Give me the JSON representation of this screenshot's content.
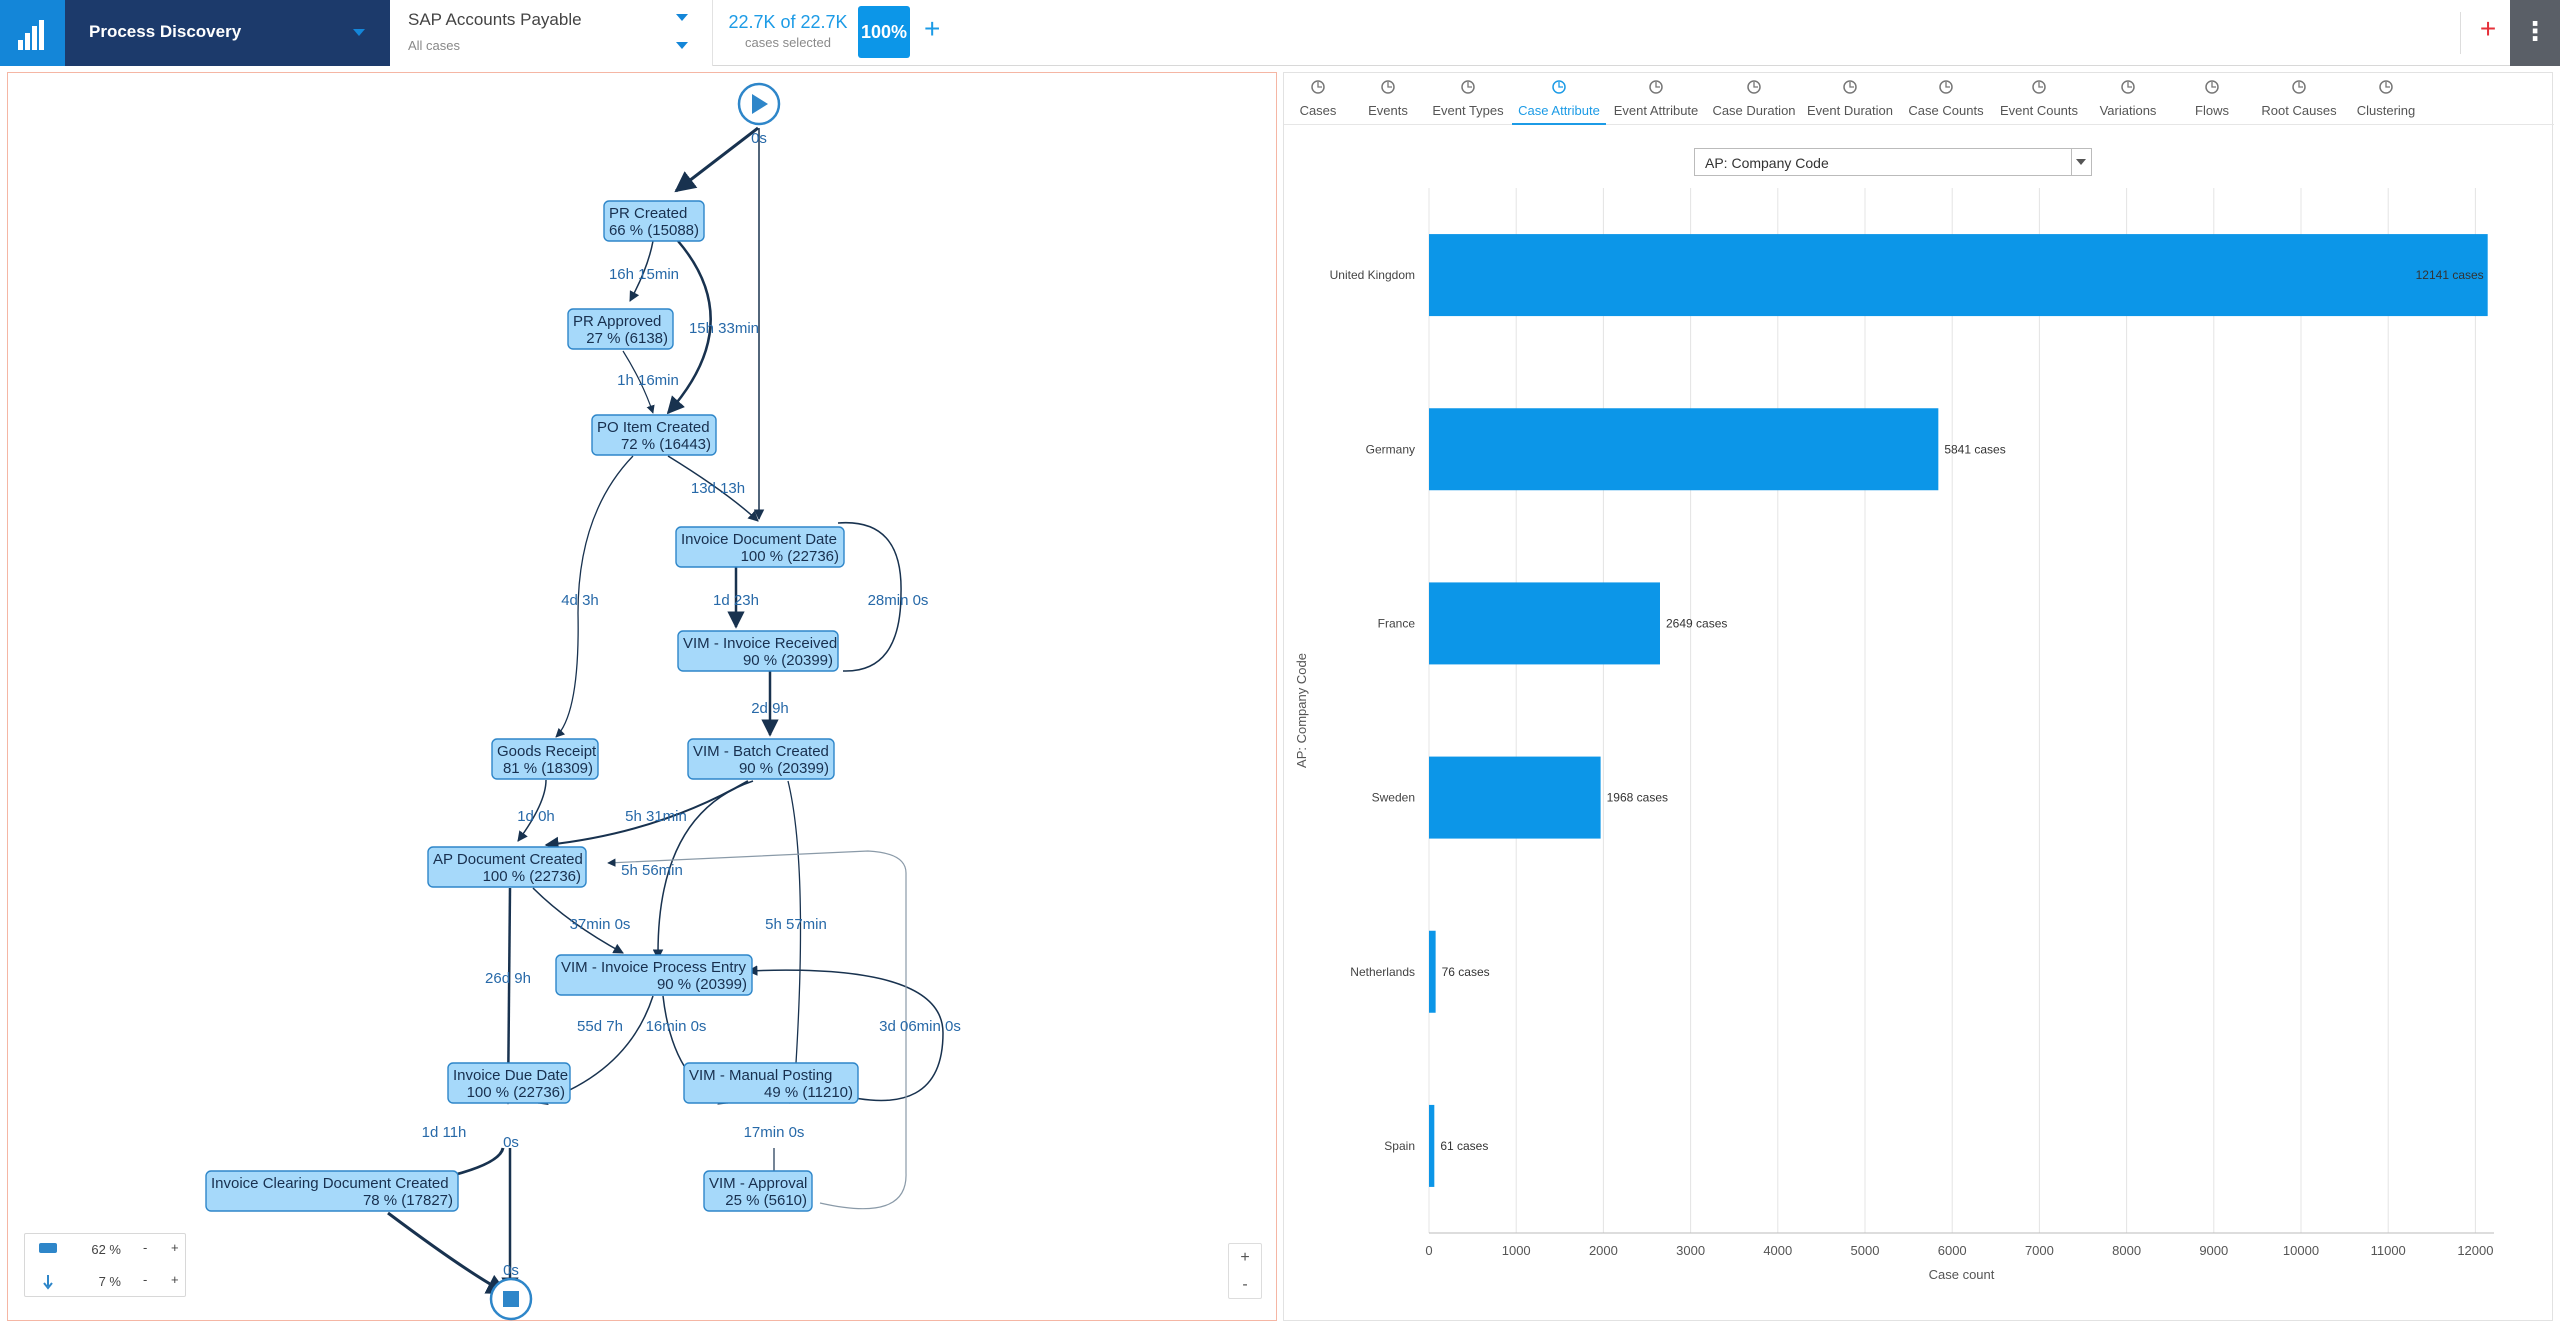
{
  "header": {
    "app_title": "Process Discovery",
    "datasource_name": "SAP Accounts Payable",
    "datasource_filter": "All cases",
    "cases_value": "22.7K of 22.7K",
    "cases_label": "cases selected",
    "percent": "100%",
    "add_symbol": "+",
    "menu_symbol": "⋮"
  },
  "process_map": {
    "start_time_label": "0s",
    "end_time_label": "0s",
    "nodes": [
      {
        "name": "PR Created",
        "stat": "66 % (15088)"
      },
      {
        "name": "PR Approved",
        "stat": "27 % (6138)"
      },
      {
        "name": "PO Item Created",
        "stat": "72 % (16443)"
      },
      {
        "name": "Invoice Document Date",
        "stat": "100 % (22736)"
      },
      {
        "name": "VIM - Invoice Received",
        "stat": "90 % (20399)"
      },
      {
        "name": "Goods Receipt",
        "stat": "81 % (18309)"
      },
      {
        "name": "VIM - Batch Created",
        "stat": "90 % (20399)"
      },
      {
        "name": "AP Document Created",
        "stat": "100 % (22736)"
      },
      {
        "name": "VIM - Invoice Process Entry",
        "stat": "90 % (20399)"
      },
      {
        "name": "Invoice Due Date",
        "stat": "100 % (22736)"
      },
      {
        "name": "VIM - Manual Posting",
        "stat": "49 % (11210)"
      },
      {
        "name": "Invoice Clearing Document Created",
        "stat": "78 % (17827)"
      },
      {
        "name": "VIM - Approval",
        "stat": "25 % (5610)"
      }
    ],
    "edge_labels": [
      "0s",
      "16h 15min",
      "15h 33min",
      "1h 16min",
      "13d 13h",
      "4d 3h",
      "1d 23h",
      "28min 0s",
      "2d 9h",
      "1d 0h",
      "5h 31min",
      "5h 56min",
      "37min 0s",
      "5h 57min",
      "26d 9h",
      "55d 7h",
      "16min 0s",
      "3d 06min 0s",
      "1d 11h",
      "0s",
      "17min 0s",
      "0s"
    ],
    "activities_slider": {
      "value": "62 %",
      "minus": "-",
      "plus": "+"
    },
    "paths_slider": {
      "value": "7 %",
      "minus": "-",
      "plus": "+"
    },
    "zoom_in": "+",
    "zoom_out": "-"
  },
  "analysis": {
    "tabs": [
      "Cases",
      "Events",
      "Event Types",
      "Case Attribute",
      "Event Attribute",
      "Case Duration",
      "Event Duration",
      "Case Counts",
      "Event Counts",
      "Variations",
      "Flows",
      "Root Causes",
      "Clustering"
    ],
    "active_tab": "Case Attribute",
    "attribute_selected": "AP: Company Code"
  },
  "chart_data": {
    "type": "bar",
    "orientation": "horizontal",
    "categories": [
      "United Kingdom",
      "Germany",
      "France",
      "Sweden",
      "Netherlands",
      "Spain"
    ],
    "values": [
      12141,
      5841,
      2649,
      1968,
      76,
      61
    ],
    "value_labels": [
      "12141 cases",
      "5841 cases",
      "2649 cases",
      "1968 cases",
      "76 cases",
      "61 cases"
    ],
    "xlabel": "Case count",
    "ylabel": "AP: Company Code",
    "xlim": [
      0,
      12000
    ],
    "xticks": [
      "0",
      "1000",
      "2000",
      "3000",
      "4000",
      "5000",
      "6000",
      "7000",
      "8000",
      "9000",
      "10000",
      "11000",
      "12000"
    ],
    "grid": true,
    "bar_color": "#0c96e8"
  }
}
